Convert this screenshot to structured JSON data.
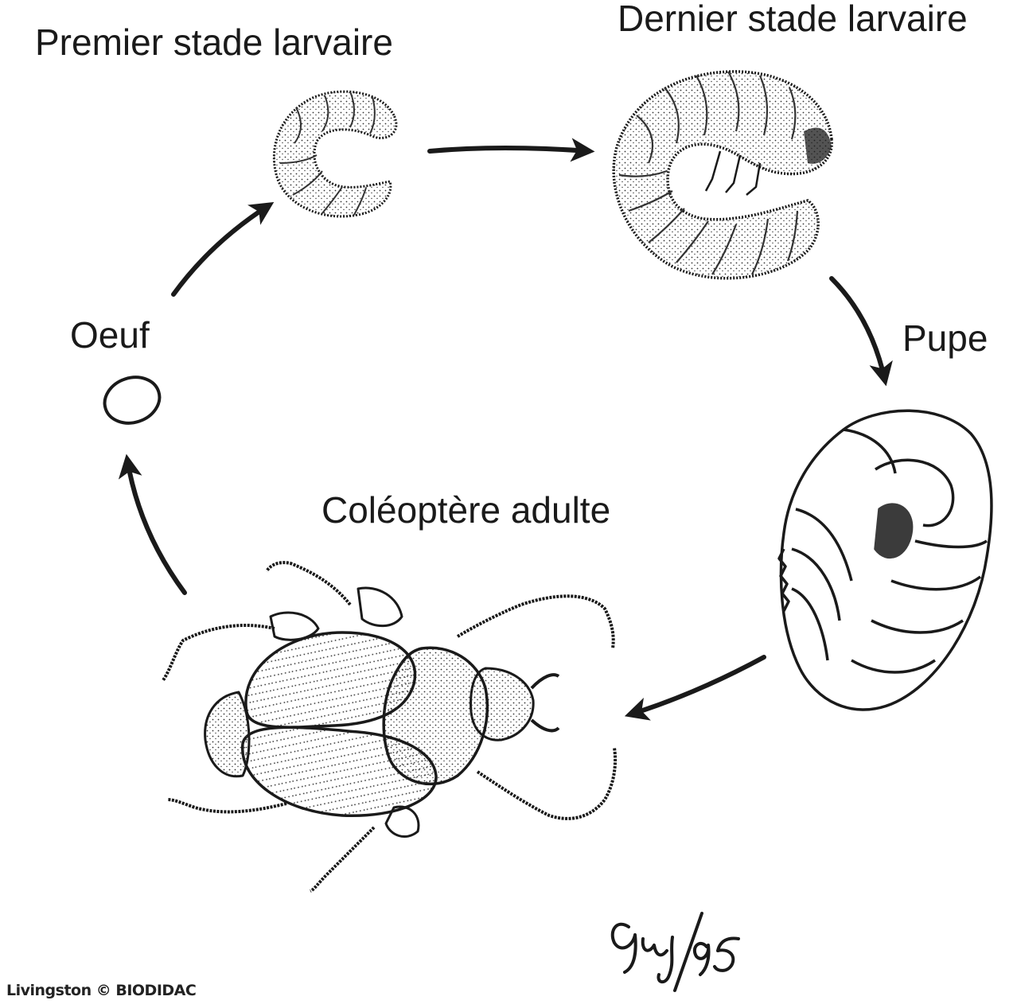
{
  "stages": {
    "first_larva": "Premier stade larvaire",
    "last_larva": "Dernier stade larvaire",
    "pupa": "Pupe",
    "adult": "Coléoptère adulte",
    "egg": "Oeuf"
  },
  "credit": "Livingston © BIODIDAC",
  "signature": "Guy/95",
  "colors": {
    "ink": "#1a1a1a",
    "background": "#ffffff"
  }
}
